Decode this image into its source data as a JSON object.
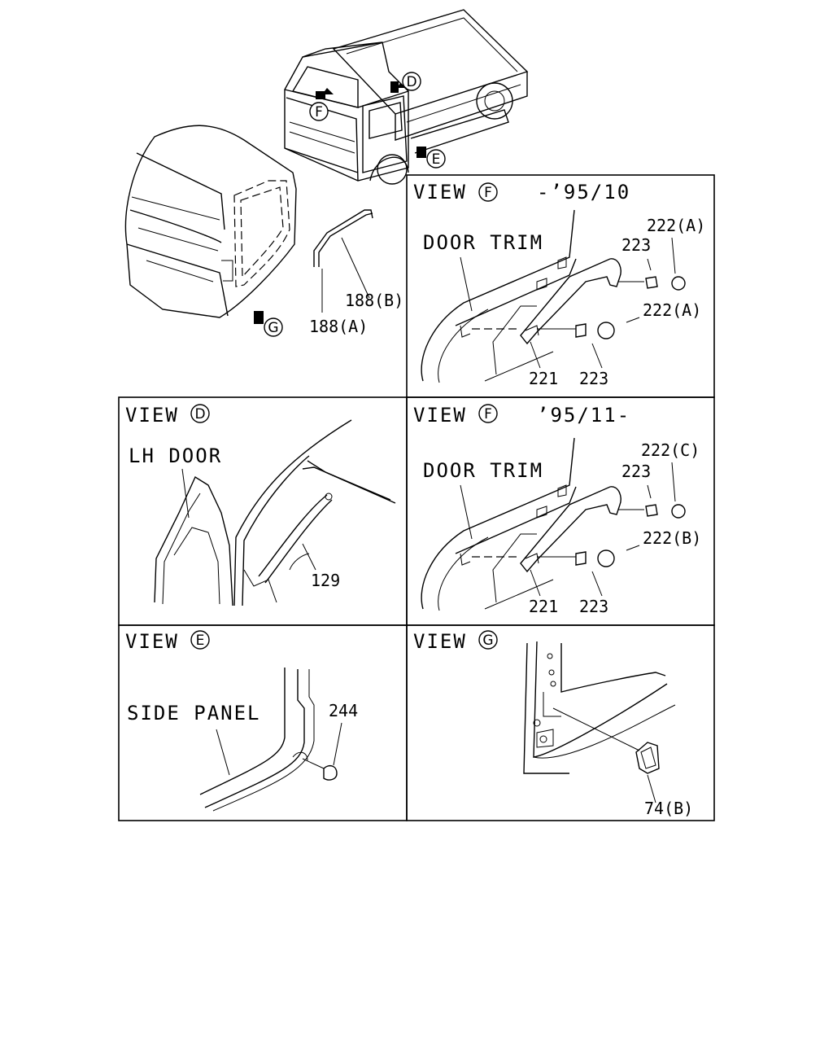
{
  "overview": {
    "marker_d": "D",
    "marker_e": "E",
    "marker_f": "F",
    "marker_g": "G",
    "part_188a": "188(A)",
    "part_188b": "188(B)"
  },
  "view_f_top": {
    "title": "VIEW",
    "marker": "F",
    "period": "-’95/10",
    "door_trim": "DOOR TRIM",
    "part_222a_upper": "222(A)",
    "part_223_upper": "223",
    "part_222a_lower": "222(A)",
    "part_221": "221",
    "part_223_lower": "223"
  },
  "view_d": {
    "title": "VIEW",
    "marker": "D",
    "lh_door": "LH DOOR",
    "part_129": "129"
  },
  "view_f_bottom": {
    "title": "VIEW",
    "marker": "F",
    "period": "’95/11-",
    "door_trim": "DOOR TRIM",
    "part_222c": "222(C)",
    "part_223_upper": "223",
    "part_222b": "222(B)",
    "part_221": "221",
    "part_223_lower": "223"
  },
  "view_e": {
    "title": "VIEW",
    "marker": "E",
    "side_panel": "SIDE PANEL",
    "part_244": "244"
  },
  "view_g": {
    "title": "VIEW",
    "marker": "G",
    "part_74b": "74(B)"
  }
}
